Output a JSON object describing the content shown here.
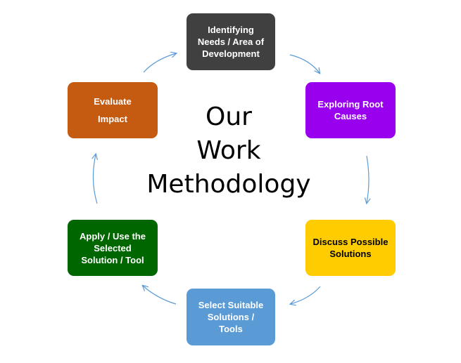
{
  "title": [
    "Our",
    "Work",
    "Methodology"
  ],
  "steps": [
    {
      "id": "identify",
      "lines": [
        "Identifying",
        "Needs / Area of",
        "Development"
      ],
      "color": "#404040"
    },
    {
      "id": "explore",
      "lines": [
        "Exploring Root",
        "Causes"
      ],
      "color": "#9900EE"
    },
    {
      "id": "discuss",
      "lines": [
        "Discuss Possible",
        "Solutions"
      ],
      "color": "#FFCC00"
    },
    {
      "id": "select",
      "lines": [
        "Select Suitable",
        "Solutions /",
        "Tools"
      ],
      "color": "#5B9BD5"
    },
    {
      "id": "apply",
      "lines": [
        "Apply / Use the",
        "Selected",
        "Solution / Tool"
      ],
      "color": "#006600"
    },
    {
      "id": "evaluate",
      "lines": [
        "Evaluate",
        "Impact"
      ],
      "color": "#C55A11"
    }
  ],
  "arrow_color": "#5B9BD5"
}
